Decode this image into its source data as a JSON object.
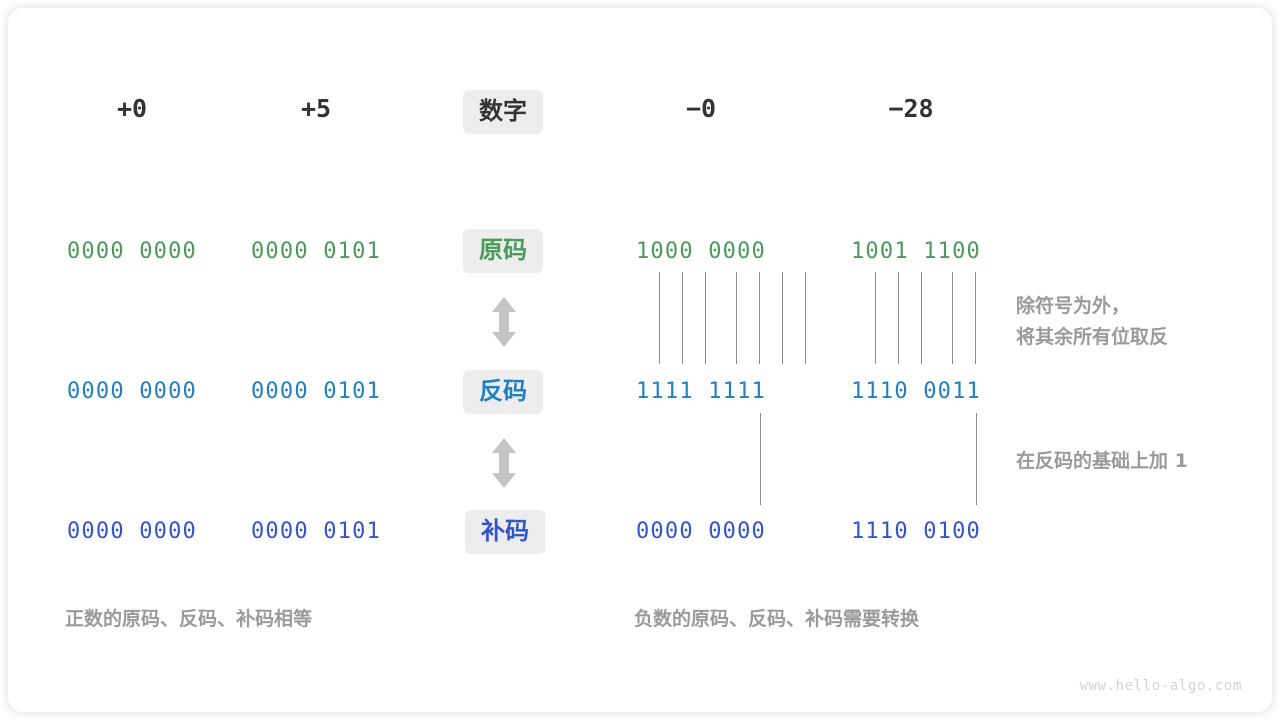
{
  "diagram": {
    "title_row": {
      "badge": "数字",
      "columns": [
        {
          "key": "pos_zero",
          "label": "+0"
        },
        {
          "key": "pos_five",
          "label": "+5"
        },
        {
          "key": "neg_zero",
          "label": "−0"
        },
        {
          "key": "neg_twentyeight",
          "label": "−28"
        }
      ]
    },
    "rows": [
      {
        "key": "true_form",
        "badge": "原码",
        "color": "#4c9a5b",
        "values": {
          "pos_zero": "0000 0000",
          "pos_five": "0000 0101",
          "neg_zero": "1000 0000",
          "neg_twentyeight": "1001 1100"
        }
      },
      {
        "key": "ones_complement",
        "badge": "反码",
        "color": "#2080c0",
        "values": {
          "pos_zero": "0000 0000",
          "pos_five": "0000 0101",
          "neg_zero": "1111 1111",
          "neg_twentyeight": "1110 0011"
        }
      },
      {
        "key": "twos_complement",
        "badge": "补码",
        "color": "#3355cc",
        "values": {
          "pos_zero": "0000 0000",
          "pos_five": "0000 0101",
          "neg_zero": "0000 0000",
          "neg_twentyeight": "1110 0100"
        }
      }
    ],
    "annotations": [
      {
        "key": "invert_rule",
        "text": "除符号为外，\n将其余所有位取反"
      },
      {
        "key": "plus_one_rule",
        "text": "在反码的基础上加 1"
      }
    ],
    "captions": [
      {
        "key": "positive_caption",
        "text": "正数的原码、反码、补码相等"
      },
      {
        "key": "negative_caption",
        "text": "负数的原码、反码、补码需要转换"
      }
    ],
    "watermark": "www.hello-algo.com"
  }
}
